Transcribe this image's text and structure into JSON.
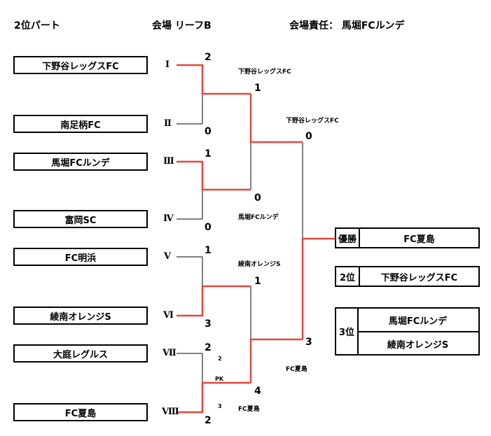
{
  "header": {
    "part": "2位パート",
    "venue": "会場 リーフB",
    "manager": "会場責任： 馬堀FCルンデ"
  },
  "teams": [
    {
      "name": "下野谷レッグスFC",
      "roman": "Ⅰ"
    },
    {
      "name": "南足柄FC",
      "roman": "Ⅱ"
    },
    {
      "name": "馬堀FCルンデ",
      "roman": "Ⅲ"
    },
    {
      "name": "富岡SC",
      "roman": "Ⅳ"
    },
    {
      "name": "FC明浜",
      "roman": "Ⅴ"
    },
    {
      "name": "綾南オレンジS",
      "roman": "Ⅵ"
    },
    {
      "name": "大庭レグルス",
      "roman": "Ⅶ"
    },
    {
      "name": "FC夏島",
      "roman": "Ⅷ"
    }
  ],
  "round1_scores": [
    "2",
    "0",
    "1",
    "0",
    "1",
    "3",
    "2",
    "2"
  ],
  "pk": {
    "label": "PK",
    "top": "2",
    "bottom": "3"
  },
  "round1_winners": [
    "下野谷レッグスFC",
    "馬堀FCルンデ",
    "綾南オレンジS",
    "FC夏島"
  ],
  "semi_scores": [
    "1",
    "0",
    "1",
    "4"
  ],
  "semi_winners": [
    "下野谷レッグスFC",
    "FC夏島"
  ],
  "final_scores": [
    "0",
    "3"
  ],
  "results": {
    "champion_label": "優勝",
    "champion": "FC夏島",
    "second_label": "2位",
    "second": "下野谷レッグスFC",
    "third_label": "3位",
    "third": [
      "馬堀FCルンデ",
      "綾南オレンジS"
    ]
  },
  "colors": {
    "winner_line": "#e8463a",
    "line": "#000000"
  }
}
